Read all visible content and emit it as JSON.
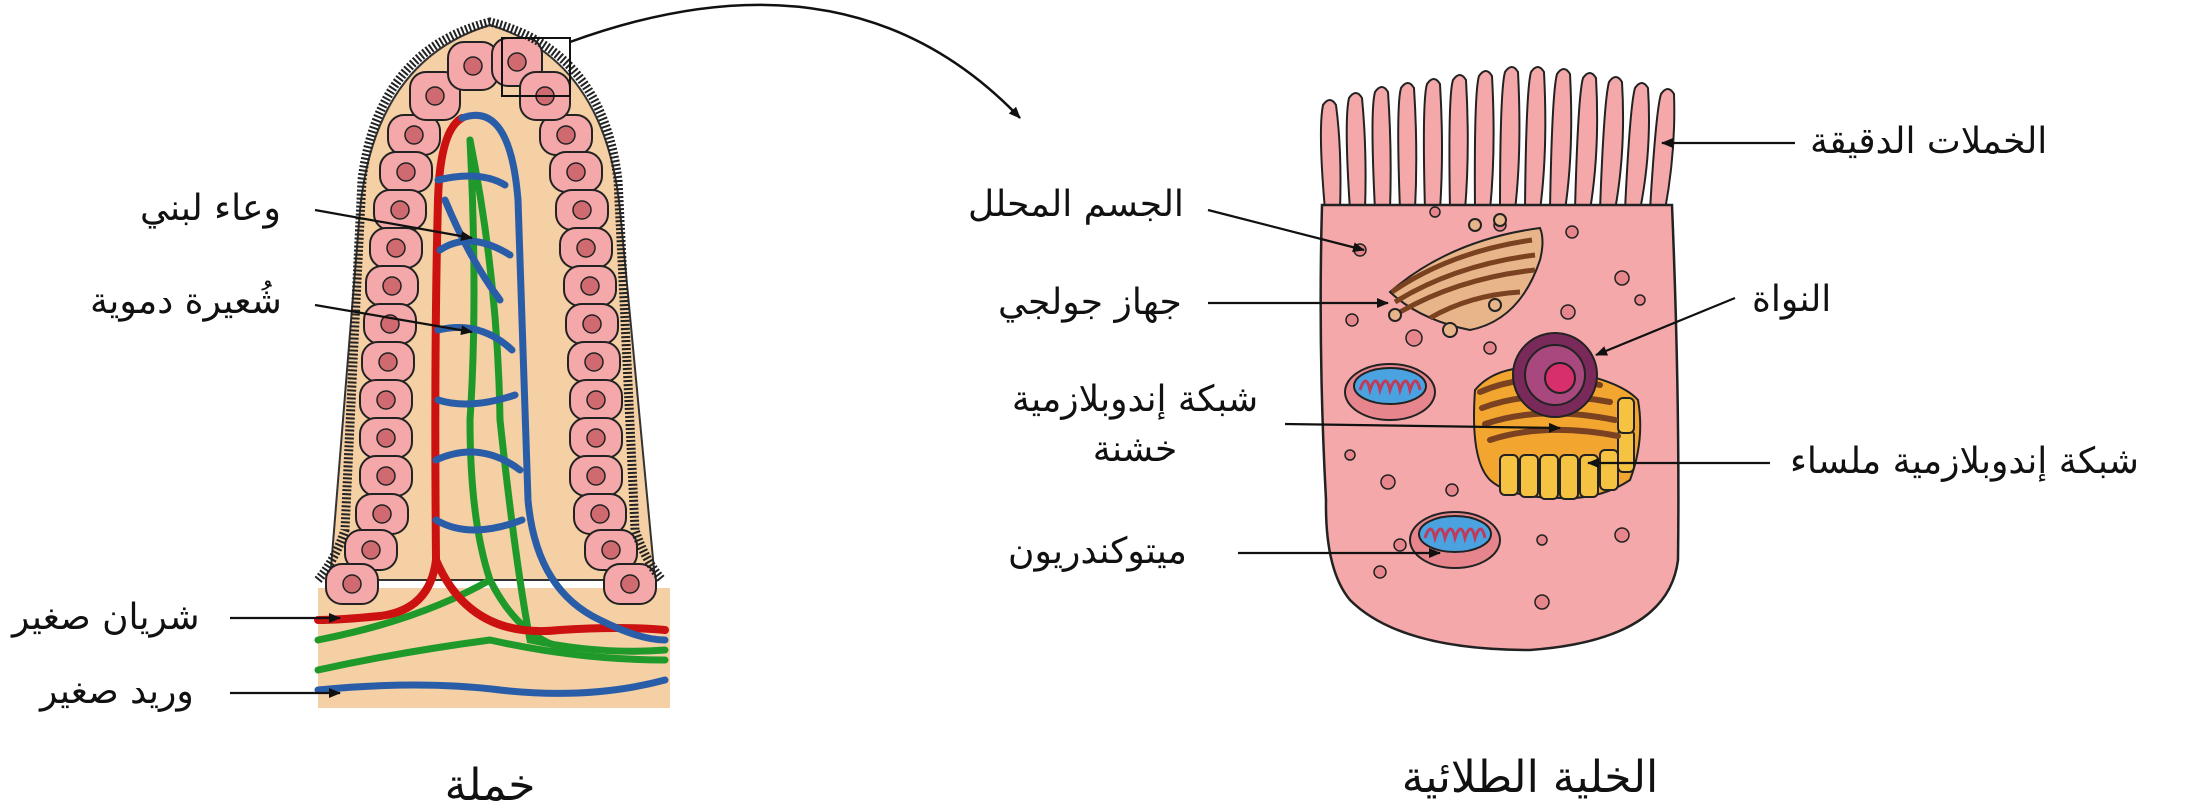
{
  "captions": {
    "villus": "خملة",
    "epithelial_cell": "الخلية الطلائية"
  },
  "villus_labels": {
    "lacteal": "وعاء لبني",
    "capillary": "شُعيرة دموية",
    "arteriole": "شريان صغير",
    "venule": "وريد صغير"
  },
  "cell_labels": {
    "microvilli": "الخملات الدقيقة",
    "lysosome": "الجسم المحلل",
    "golgi": "جهاز جولجي",
    "nucleus": "النواة",
    "rough_er_line1": "شبكة إندوبلازمية",
    "rough_er_line2": "خشنة",
    "smooth_er": "شبكة إندوبلازمية ملساء",
    "mitochondrion": "ميتوكندريون"
  },
  "colors": {
    "epithelium": "#f4a8aa",
    "connective_tissue": "#f5d0a5",
    "artery": "#cc1111",
    "vein": "#2a5da8",
    "lacteal": "#1f9a2a",
    "cytoplasm": "#f4a8aa",
    "nucleus": "#7a2a5a",
    "golgi": "#e8b58a",
    "smooth_er": "#f5c242",
    "mitochondrion": "#4aa3e0"
  }
}
